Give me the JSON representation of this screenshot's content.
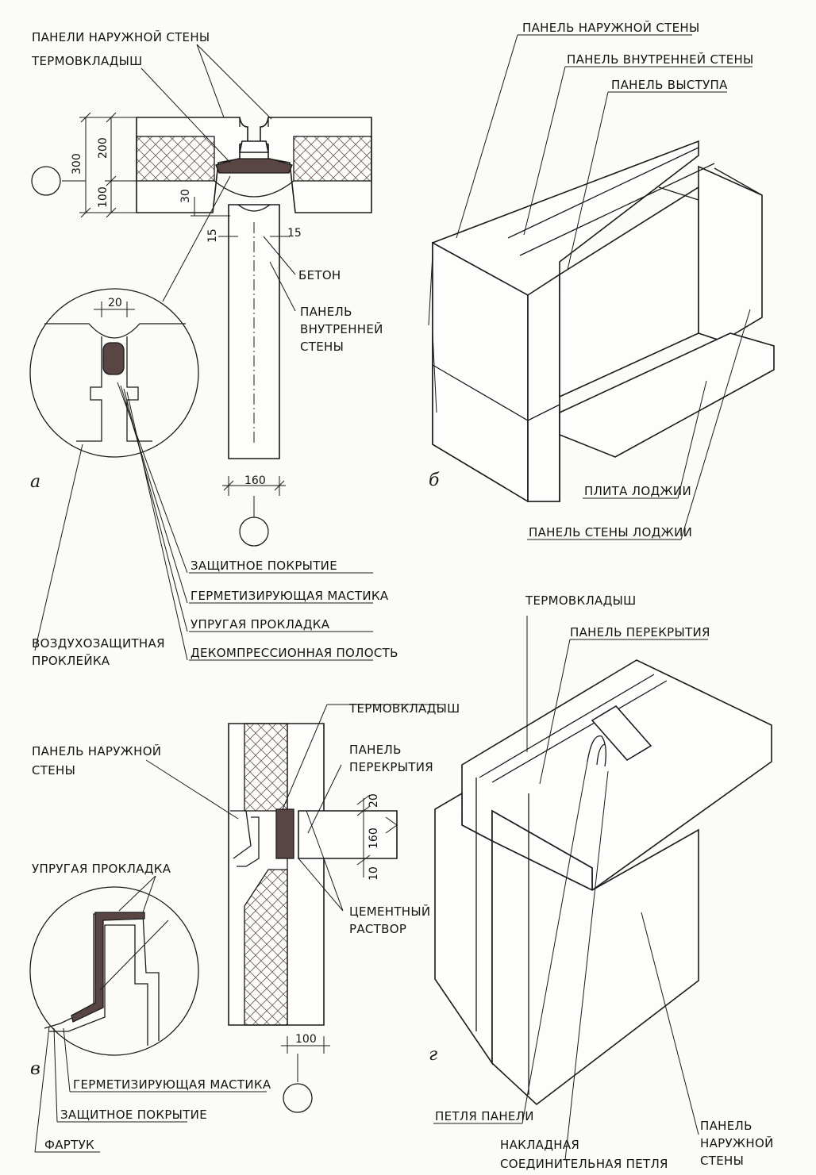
{
  "figures": {
    "a": {
      "letter": "а",
      "labels": {
        "outer_panels": "ПАНЕЛИ НАРУЖНОЙ СТЕНЫ",
        "thermo_insert": "ТЕРМОВКЛАДЫШ",
        "concrete": "БЕТОН",
        "inner_panel_1": "ПАНЕЛЬ",
        "inner_panel_2": "ВНУТРЕННЕЙ",
        "inner_panel_3": "СТЕНЫ",
        "protective_coating": "ЗАЩИТНОЕ ПОКРЫТИЕ",
        "sealing_mastic": "ГЕРМЕТИЗИРУЮЩАЯ МАСТИКА",
        "elastic_gasket": "УПРУГАЯ ПРОКЛАДКА",
        "decompression_cavity": "ДЕКОМПРЕССИОННАЯ ПОЛОСТЬ",
        "air_barrier_1": "ВОЗДУХОЗАЩИТНАЯ",
        "air_barrier_2": "ПРОКЛЕЙКА"
      },
      "dims": {
        "d300": "300",
        "d200": "200",
        "d100": "100",
        "d30": "30",
        "d15_left": "15",
        "d15_right": "15",
        "d20": "20",
        "d160": "160"
      }
    },
    "b": {
      "letter": "б",
      "labels": {
        "outer_panel": "ПАНЕЛЬ НАРУЖНОЙ СТЕНЫ",
        "inner_panel": "ПАНЕЛЬ ВНУТРЕННЕЙ СТЕНЫ",
        "projection_panel": "ПАНЕЛЬ ВЫСТУПА",
        "loggia_slab": "ПЛИТА ЛОДЖИИ",
        "loggia_wall_panel": "ПАНЕЛЬ СТЕНЫ ЛОДЖИИ"
      }
    },
    "v": {
      "letter": "в",
      "labels": {
        "thermo_insert": "ТЕРМОВКЛАДЫШ",
        "floor_panel_1": "ПАНЕЛЬ",
        "floor_panel_2": "ПЕРЕКРЫТИЯ",
        "outer_panel_1": "ПАНЕЛЬ НАРУЖНОЙ",
        "outer_panel_2": "СТЕНЫ",
        "cement_1": "ЦЕМЕНТНЫЙ",
        "cement_2": "РАСТВОР",
        "elastic_gasket": "УПРУГАЯ ПРОКЛАДКА",
        "sealing_mastic": "ГЕРМЕТИЗИРУЮЩАЯ МАСТИКА",
        "protective_coating": "ЗАЩИТНОЕ ПОКРЫТИЕ",
        "apron": "ФАРТУК"
      },
      "dims": {
        "d20": "20",
        "d160": "160",
        "d10": "10",
        "d100": "100"
      }
    },
    "g": {
      "letter": "г",
      "labels": {
        "thermo_insert": "ТЕРМОВКЛАДЫШ",
        "floor_panel": "ПАНЕЛЬ ПЕРЕКРЫТИЯ",
        "panel_loop": "ПЕТЛЯ ПАНЕЛИ",
        "overlay_loop_1": "НАКЛАДНАЯ",
        "overlay_loop_2": "СОЕДИНИТЕЛЬНАЯ ПЕТЛЯ",
        "outer_panel_1": "ПАНЕЛЬ",
        "outer_panel_2": "НАРУЖНОЙ",
        "outer_panel_3": "СТЕНЫ"
      }
    }
  }
}
